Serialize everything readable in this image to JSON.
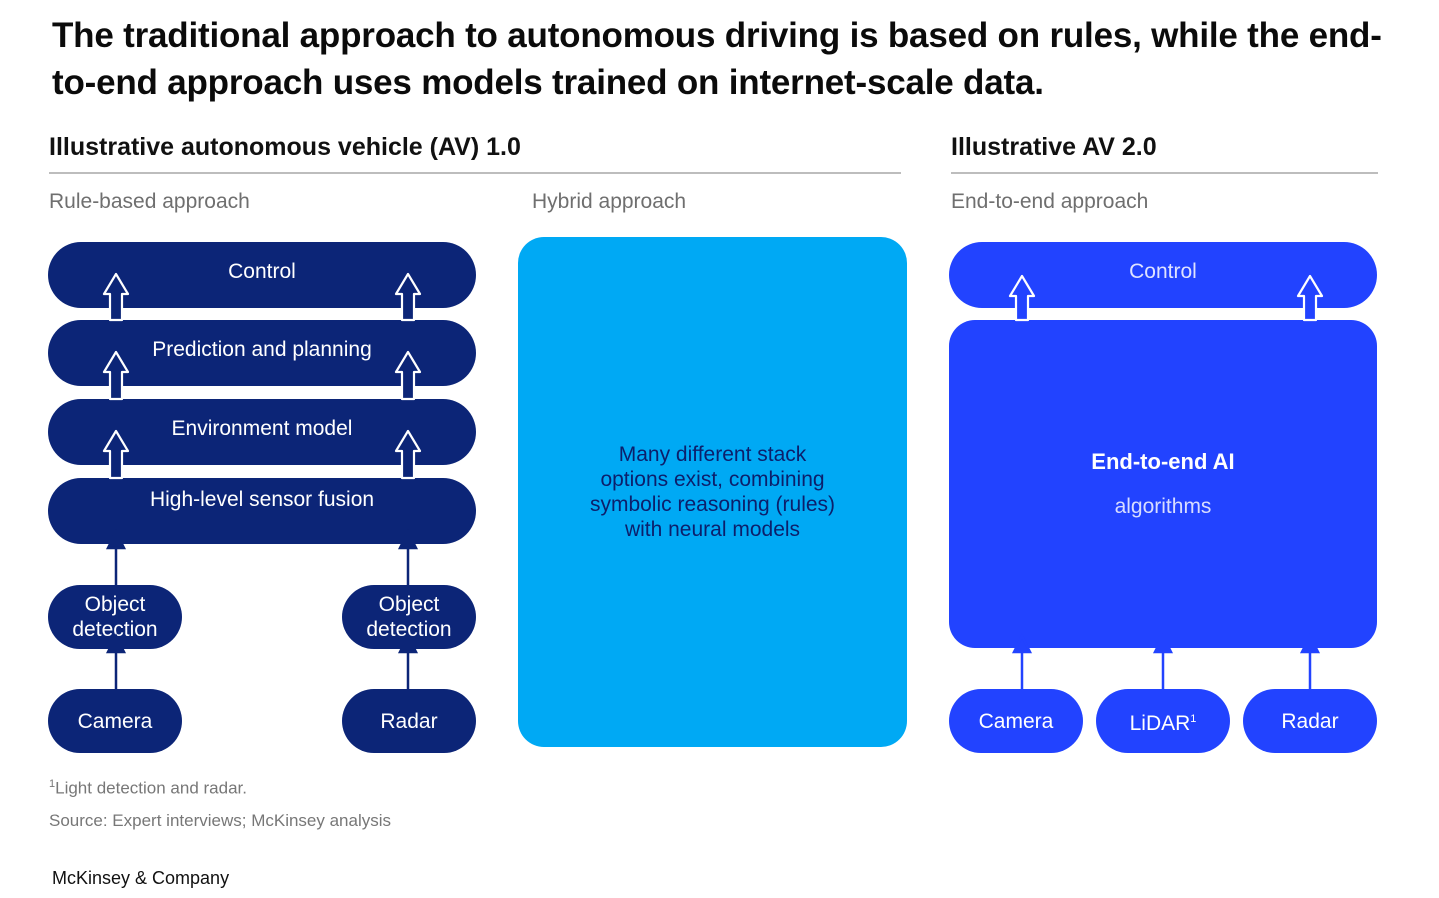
{
  "title": "The traditional approach to autonomous driving is based on rules, while the end-to-end approach uses models trained on internet-scale data.",
  "av1": {
    "heading": "Illustrative autonomous vehicle (AV) 1.0",
    "rule_based": {
      "subheading": "Rule-based approach",
      "control": "Control",
      "prediction": "Prediction and planning",
      "environment": "Environment model",
      "fusion": "High-level sensor fusion",
      "object_detection_left": "Object detection",
      "object_detection_right": "Object detection",
      "camera": "Camera",
      "radar": "Radar"
    },
    "hybrid": {
      "subheading": "Hybrid approach",
      "text": "Many different stack options exist, combining symbolic reasoning (rules) with neural models"
    }
  },
  "av2": {
    "heading": "Illustrative AV 2.0",
    "subheading": "End-to-end approach",
    "control": "Control",
    "ai_title": "End-to-end AI",
    "ai_subtitle": "algorithms",
    "camera": "Camera",
    "lidar": "LiDAR",
    "lidar_note_marker": "1",
    "radar": "Radar"
  },
  "footnote_marker": "1",
  "footnote": "Light detection and radar.",
  "source": "Source: Expert interviews; McKinsey analysis",
  "logo": "McKinsey & Company",
  "colors": {
    "navy": "#0c2577",
    "blue": "#2243ff",
    "cyan": "#00a9f4",
    "rule": "#bdbdbd"
  }
}
